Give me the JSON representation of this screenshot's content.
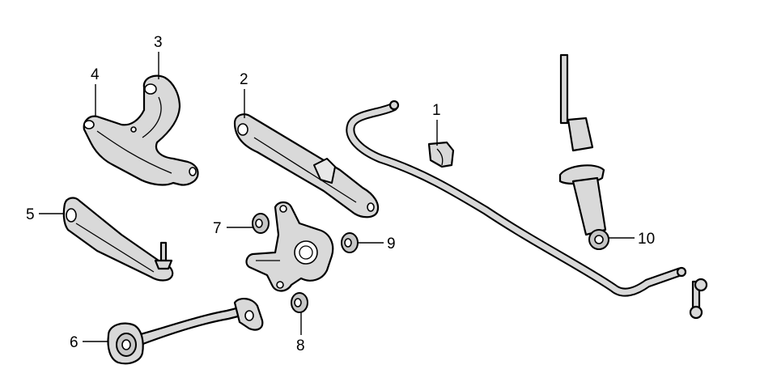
{
  "callouts": [
    {
      "id": "1",
      "label": "1"
    },
    {
      "id": "2",
      "label": "2"
    },
    {
      "id": "3",
      "label": "3"
    },
    {
      "id": "4",
      "label": "4"
    },
    {
      "id": "5",
      "label": "5"
    },
    {
      "id": "6",
      "label": "6"
    },
    {
      "id": "7",
      "label": "7"
    },
    {
      "id": "8",
      "label": "8"
    },
    {
      "id": "9",
      "label": "9"
    },
    {
      "id": "10",
      "label": "10"
    }
  ],
  "colors": {
    "background": "#ffffff",
    "part_fill": "#d9d9d9",
    "outline": "#000000"
  }
}
